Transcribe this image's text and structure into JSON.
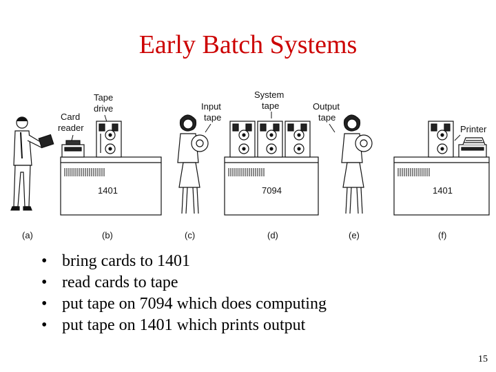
{
  "slide": {
    "title": "Early Batch Systems",
    "page_number": "15"
  },
  "diagram": {
    "labels": {
      "card_reader_line1": "Card",
      "card_reader_line2": "reader",
      "tape_drive_line1": "Tape",
      "tape_drive_line2": "drive",
      "input_tape_line1": "Input",
      "input_tape_line2": "tape",
      "system_tape_line1": "System",
      "system_tape_line2": "tape",
      "output_tape_line1": "Output",
      "output_tape_line2": "tape",
      "printer": "Printer"
    },
    "machines": {
      "left": "1401",
      "middle": "7094",
      "right": "1401"
    },
    "captions": [
      "(a)",
      "(b)",
      "(c)",
      "(d)",
      "(e)",
      "(f)"
    ]
  },
  "bullets": [
    "bring cards to 1401",
    "read cards to tape",
    "put tape on 7094 which does computing",
    "put tape on 1401 which prints output"
  ]
}
